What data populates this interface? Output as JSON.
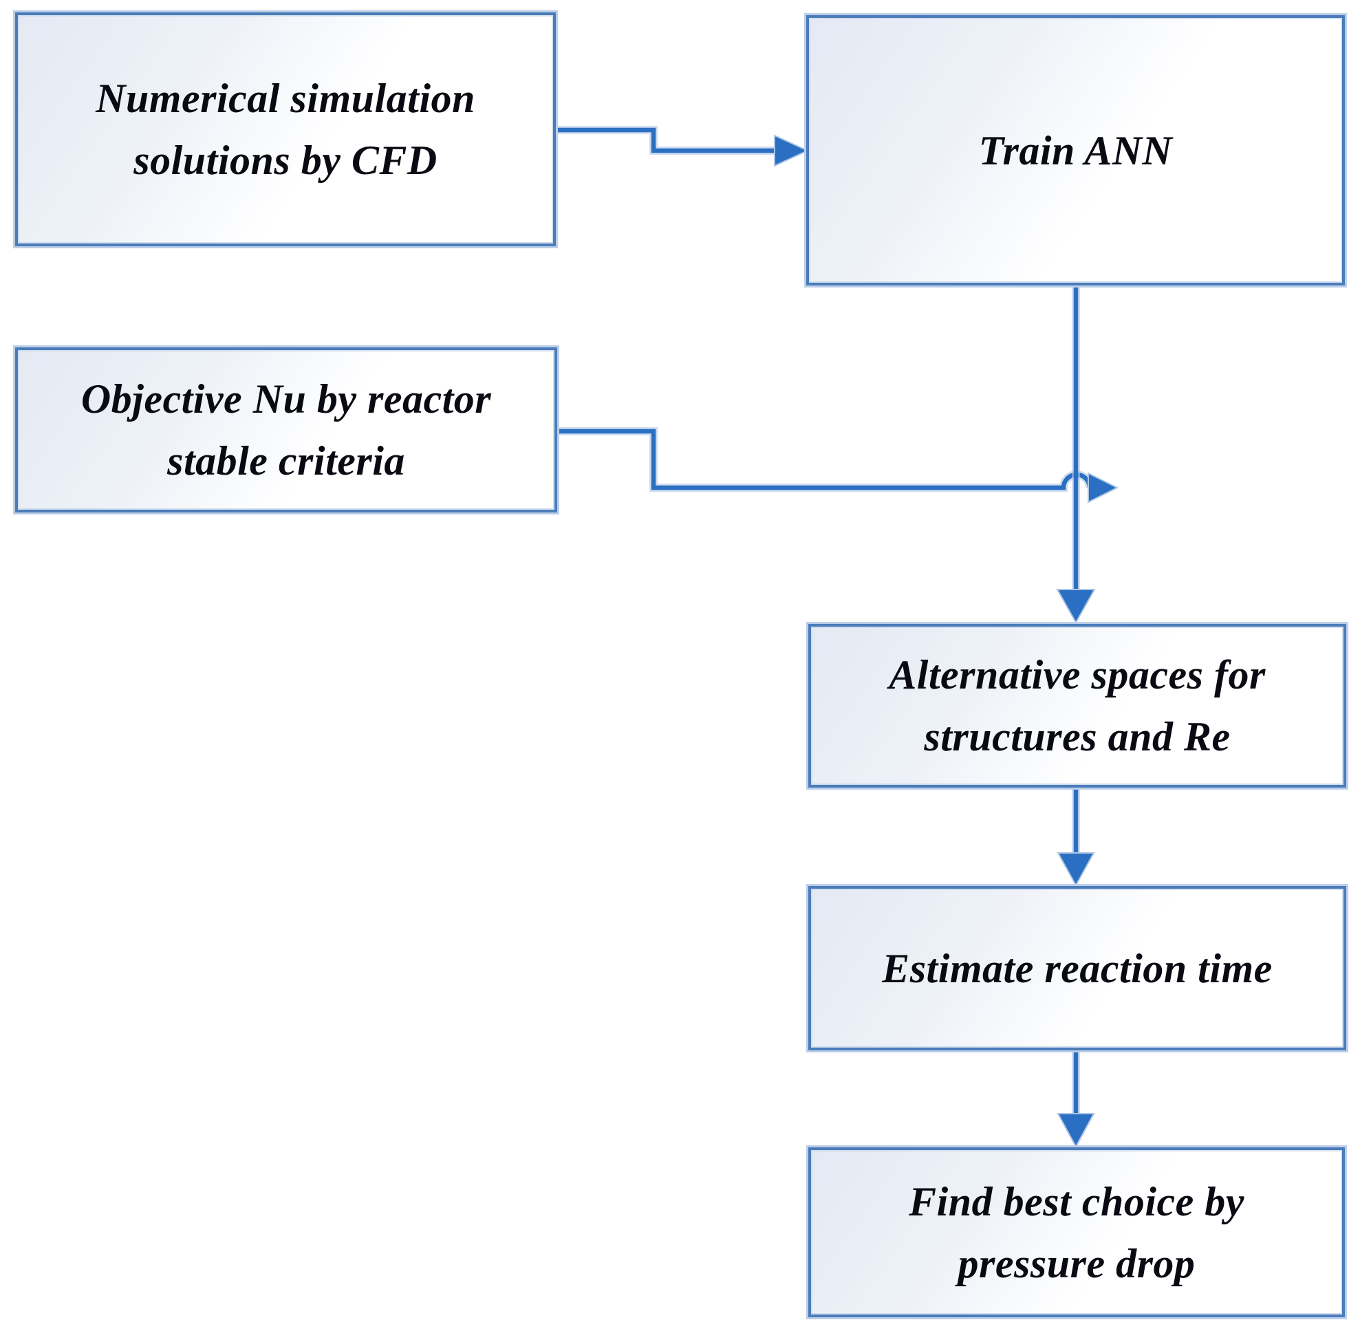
{
  "diagram": {
    "type": "flowchart",
    "nodes": [
      {
        "id": "cfd",
        "label": "Numerical simulation solutions by CFD",
        "lines": [
          "Numerical simulation",
          "solutions by CFD"
        ]
      },
      {
        "id": "train-ann",
        "label": "Train ANN",
        "lines": [
          "Train ANN"
        ]
      },
      {
        "id": "objective-nu",
        "label": "Objective Nu by reactor stable criteria",
        "lines": [
          "Objective Nu by reactor",
          "stable criteria"
        ]
      },
      {
        "id": "alt-spaces",
        "label": "Alternative spaces for structures and Re",
        "lines": [
          "Alternative spaces for",
          "structures and Re"
        ]
      },
      {
        "id": "estimate-time",
        "label": "Estimate reaction time",
        "lines": [
          "Estimate reaction time"
        ]
      },
      {
        "id": "best-choice",
        "label": "Find best choice by pressure drop",
        "lines": [
          "Find best choice by",
          "pressure drop"
        ]
      }
    ],
    "edges": [
      {
        "from": "cfd",
        "to": "train-ann",
        "style": "elbow-right-arrow"
      },
      {
        "from": "objective-nu",
        "to": "alt-spaces",
        "style": "elbow-right-arrow, merges into the train-ann to alt-spaces connector with a line hop"
      },
      {
        "from": "train-ann",
        "to": "alt-spaces",
        "style": "straight-down-arrow"
      },
      {
        "from": "alt-spaces",
        "to": "estimate-time",
        "style": "straight-down-arrow"
      },
      {
        "from": "estimate-time",
        "to": "best-choice",
        "style": "straight-down-arrow"
      }
    ],
    "colors": {
      "connector": "#2b6fc2",
      "connector_halo": "#adc6e6",
      "box_border": "#4b7cba",
      "box_border_halo": "#bccfe8",
      "box_fill_light": "#e4e9f3",
      "box_fill_white": "#ffffff",
      "text": "#0a0a12"
    }
  }
}
